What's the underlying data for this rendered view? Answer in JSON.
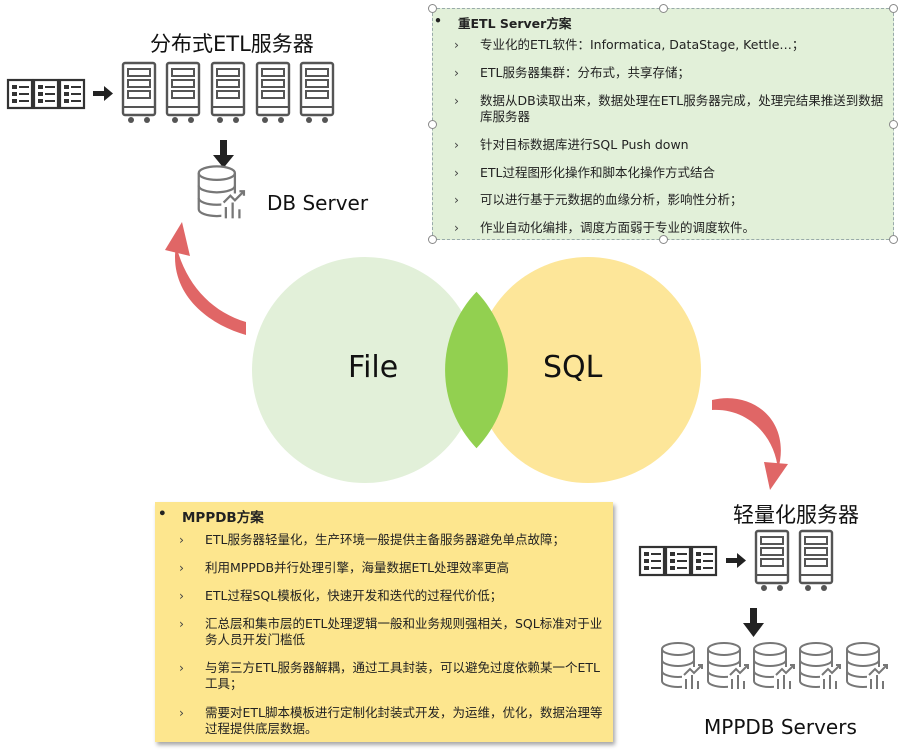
{
  "top_left": {
    "title": "分布式ETL服务器",
    "db_label": "DB Server"
  },
  "venn": {
    "left_label": "File",
    "right_label": "SQL"
  },
  "etl_box": {
    "heading": "重ETL Server方案",
    "items": [
      "专业化的ETL软件：Informatica, DataStage, Kettle…；",
      "ETL服务器集群：分布式，共享存储；",
      "数据从DB读取出来，数据处理在ETL服务器完成，处理完结果推送到数据库服务器",
      "针对目标数据库进行SQL Push down",
      "ETL过程图形化操作和脚本化操作方式结合",
      "可以进行基于元数据的血缘分析，影响性分析；",
      "作业自动化编排，调度方面弱于专业的调度软件。"
    ]
  },
  "mpp_box": {
    "heading": "MPPDB方案",
    "items": [
      "ETL服务器轻量化，生产环境一般提供主备服务器避免单点故障；",
      "利用MPPDB并行处理引擎，海量数据ETL处理效率更高",
      "ETL过程SQL模板化，快速开发和迭代的过程代价低；",
      "汇总层和集市层的ETL处理逻辑一般和业务规则强相关，SQL标准对于业务人员开发门槛低",
      "与第三方ETL服务器解耦，通过工具封装，可以避免过度依赖某一个ETL工具；",
      "需要对ETL脚本模板进行定制化封装式开发，为运维，优化，数据治理等过程提供底层数据。"
    ]
  },
  "bottom_right": {
    "title": "轻量化服务器",
    "db_label": "MPPDB Servers"
  },
  "colors": {
    "file_circle": "#e2f0d9",
    "sql_circle": "#fde699",
    "overlap": "#92d050",
    "arrow_red": "#e06666"
  }
}
